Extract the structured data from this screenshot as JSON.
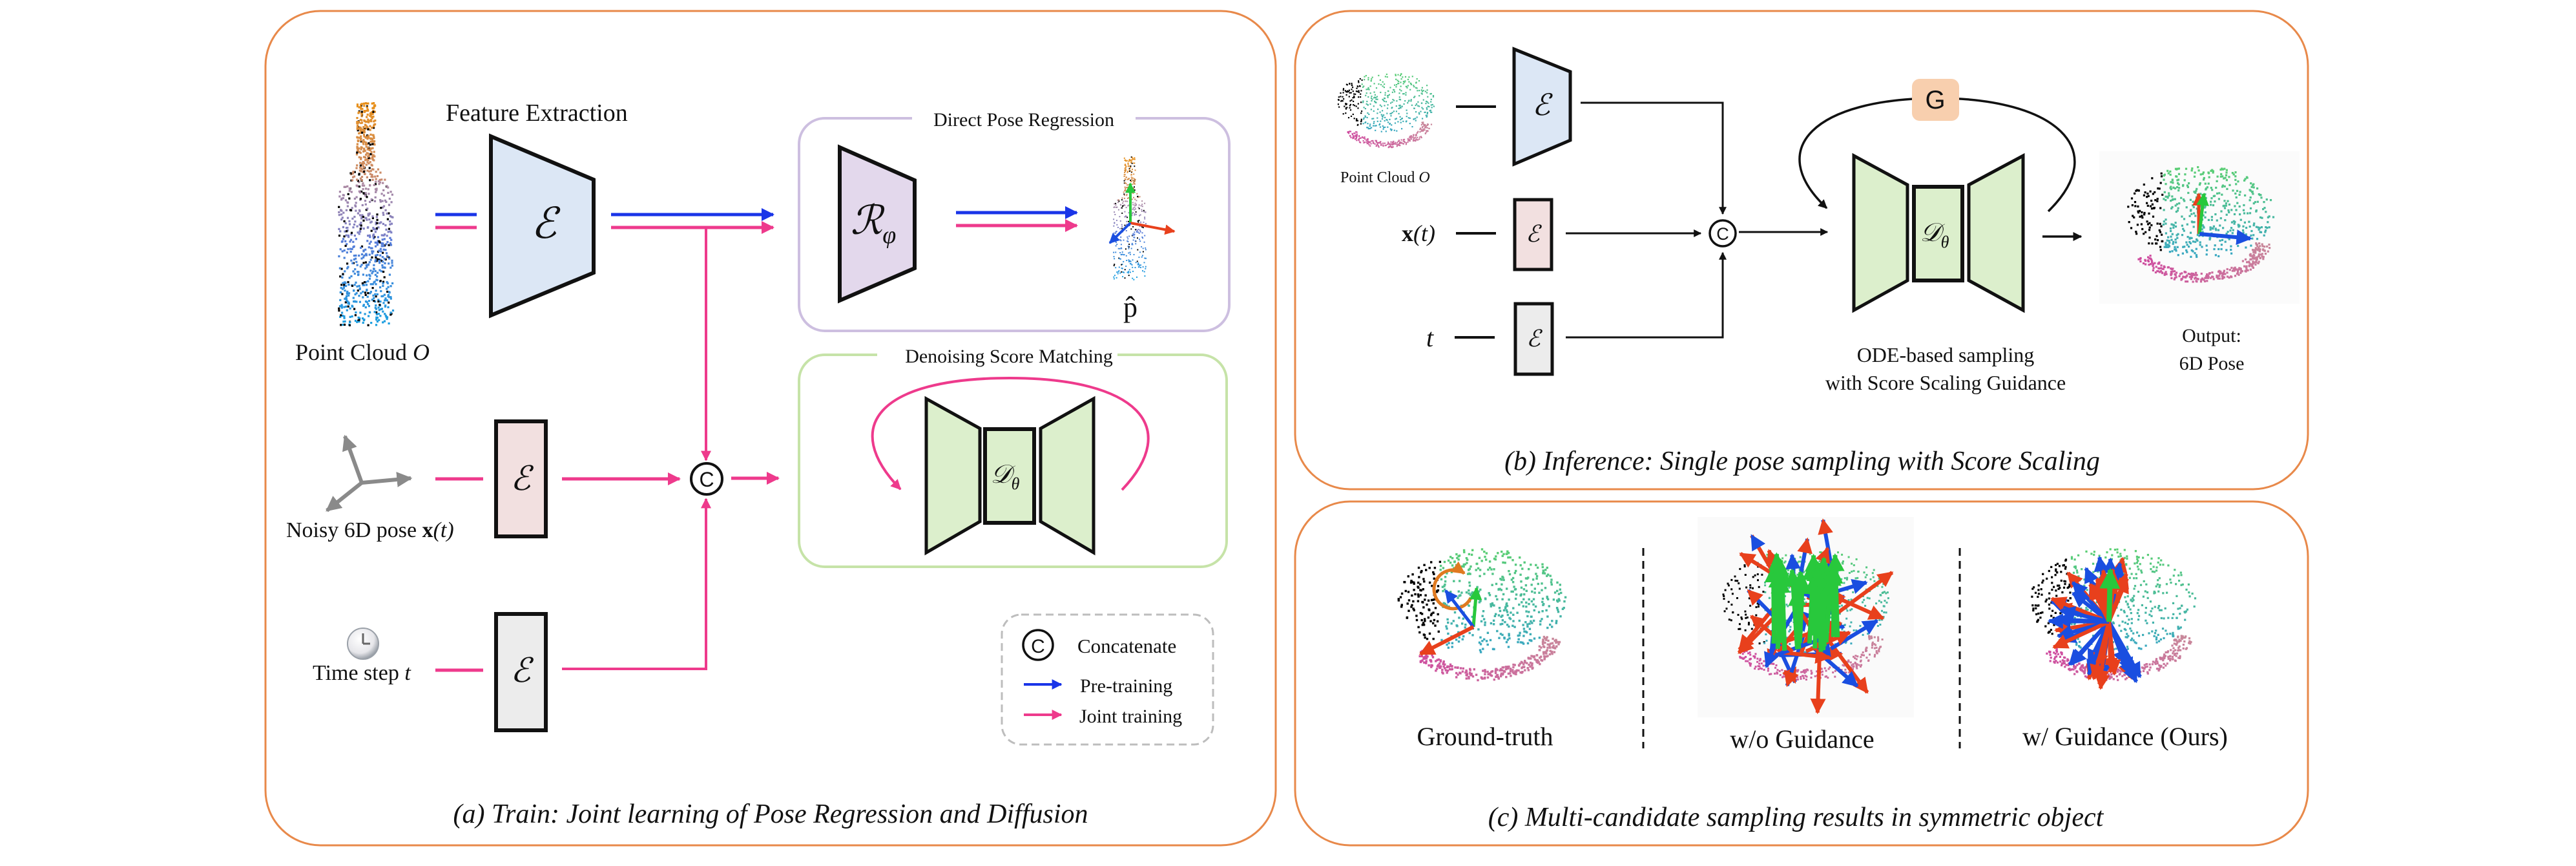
{
  "colors": {
    "panel_border": "#e8894a",
    "blue_arrow": "#1a35e8",
    "pink_arrow": "#ee3a8c",
    "encoder_blue_fill": "#dce7f5",
    "encoder_pink_fill": "#f2e0e0",
    "encoder_gray_fill": "#ececec",
    "regressor_fill": "#e3d8ec",
    "denoiser_fill": "#dcefcc",
    "dpr_border": "#cdbfe0",
    "dsm_border": "#c6e3a8",
    "legend_border": "#bdbdbd",
    "guidance_fill": "#f8cfae",
    "axis_red": "#e8401c",
    "axis_green": "#28c83c",
    "axis_blue": "#1a4ee0"
  },
  "panel_a": {
    "caption": "(a) Train: Joint learning of Pose Regression and Diffusion",
    "feature_extraction_label": "Feature Extraction",
    "point_cloud_label": "Point Cloud ",
    "point_cloud_symbol": "O",
    "encoder_symbol": "ℰ",
    "noisy_pose_label": "Noisy 6D pose ",
    "noisy_pose_symbol_bold": "x",
    "noisy_pose_symbol_rest": "(t)",
    "time_step_label": "Time step ",
    "time_step_symbol": "t",
    "concat_symbol": "C",
    "direct_pose_regression": {
      "title": "Direct Pose Regression",
      "regressor_symbol": "ℛ",
      "regressor_subscript": "φ",
      "output_symbol": "p̂"
    },
    "denoising_score_matching": {
      "title": "Denoising Score Matching",
      "denoiser_symbol": "𝒟",
      "denoiser_subscript": "θ"
    },
    "legend": {
      "items": [
        {
          "icon": "concat-circle",
          "label": "Concatenate"
        },
        {
          "icon": "blue-arrow",
          "label": "Pre-training"
        },
        {
          "icon": "pink-arrow",
          "label": "Joint training"
        }
      ]
    }
  },
  "panel_b": {
    "caption": "(b) Inference: Single pose sampling with Score Scaling",
    "point_cloud_label": "Point Cloud ",
    "point_cloud_symbol": "O",
    "encoder_symbol": "ℰ",
    "xt_symbol_bold": "x",
    "xt_symbol_rest": "(t)",
    "t_symbol": "t",
    "concat_symbol": "C",
    "guidance_label": "G",
    "denoiser_symbol": "𝒟",
    "denoiser_subscript": "θ",
    "sampling_label_line1": "ODE-based sampling",
    "sampling_label_line2": "with Score Scaling Guidance",
    "output_label_line1": "Output:",
    "output_label_line2": "6D Pose"
  },
  "panel_c": {
    "caption": "(c) Multi-candidate sampling results in symmetric object",
    "results": [
      {
        "label": "Ground-truth"
      },
      {
        "label": "w/o Guidance"
      },
      {
        "label": "w/ Guidance (Ours)"
      }
    ]
  }
}
